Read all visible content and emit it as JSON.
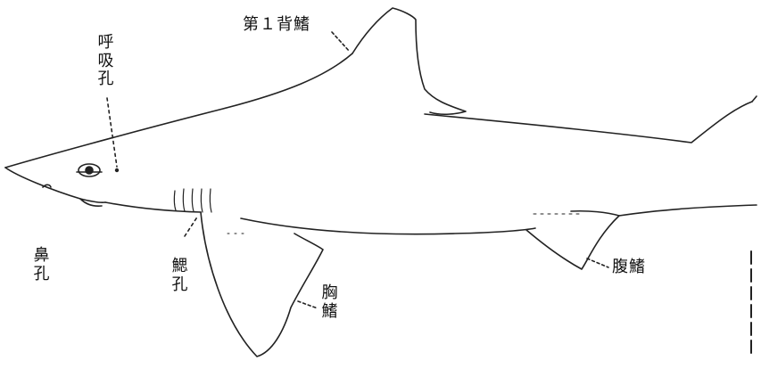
{
  "labels": {
    "first_dorsal_fin": "第１背鰭",
    "spiracle": "呼吸孔",
    "nostril": "鼻孔",
    "gill_slits": "鰓孔",
    "pectoral_fin": "胸鰭",
    "pelvic_fin": "腹鰭"
  },
  "colors": {
    "line": "#222222",
    "background": "#ffffff"
  }
}
